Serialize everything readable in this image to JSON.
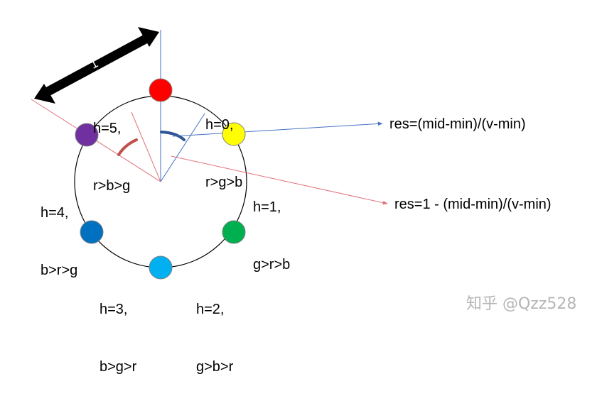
{
  "scale_label": "1",
  "sectors": [
    {
      "line1": "h=0,",
      "line2": "r>g>b",
      "color": "#ffff00"
    },
    {
      "line1": "h=1,",
      "line2": "g>r>b",
      "color": "#00b050"
    },
    {
      "line1": "h=2,",
      "line2": "g>b>r",
      "color": "#00b0f0"
    },
    {
      "line1": "h=3,",
      "line2": "b>g>r",
      "color": "#0070c0"
    },
    {
      "line1": "h=4,",
      "line2": "b>r>g",
      "color": "#7030a0"
    },
    {
      "line1": "h=5,",
      "line2": "r>b>g",
      "color": "#ff0000"
    }
  ],
  "formulas": {
    "blue": "res=(mid-min)/(v-min)",
    "red": "res=1 - (mid-min)/(v-min)"
  },
  "colors": {
    "blue_line": "#4472c4",
    "blue_arc": "#2e5597",
    "red_line": "#e0707a",
    "red_arc": "#c0504d",
    "circle": "#000000",
    "arrow": "#000000"
  },
  "watermark": "知乎 @Qzz528"
}
